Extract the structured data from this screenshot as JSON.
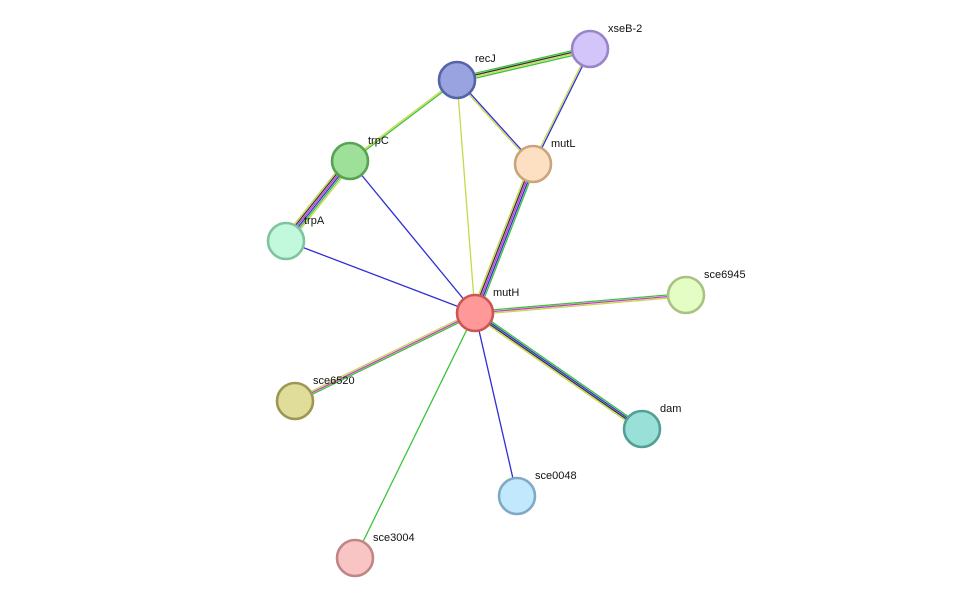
{
  "network": {
    "nodes": [
      {
        "id": "mutH",
        "label": "mutH",
        "fill": "#ff9999",
        "stroke": "#cc5555"
      },
      {
        "id": "recJ",
        "label": "recJ",
        "fill": "#99a3e0",
        "stroke": "#5563a8"
      },
      {
        "id": "xseB-2",
        "label": "xseB-2",
        "fill": "#d3c4f9",
        "stroke": "#9a84c9"
      },
      {
        "id": "mutL",
        "label": "mutL",
        "fill": "#fde0c2",
        "stroke": "#c9a47f"
      },
      {
        "id": "trpC",
        "label": "trpC",
        "fill": "#9ee09a",
        "stroke": "#56a352"
      },
      {
        "id": "trpA",
        "label": "trpA",
        "fill": "#c2f9dc",
        "stroke": "#7fc3a0"
      },
      {
        "id": "sce6945",
        "label": "sce6945",
        "fill": "#e4fdc4",
        "stroke": "#a8c281"
      },
      {
        "id": "sce6520",
        "label": "sce6520",
        "fill": "#e0dc99",
        "stroke": "#9c9753"
      },
      {
        "id": "dam",
        "label": "dam",
        "fill": "#99e0d8",
        "stroke": "#529f96"
      },
      {
        "id": "sce0048",
        "label": "sce0048",
        "fill": "#c2e8fd",
        "stroke": "#7fa9c4"
      },
      {
        "id": "sce3004",
        "label": "sce3004",
        "fill": "#f9c4c4",
        "stroke": "#c28585"
      }
    ],
    "edges": [
      {
        "source": "recJ",
        "target": "xseB-2",
        "colors": [
          "#3ac33a",
          "#333333",
          "#c8d84a",
          "#3ac33a"
        ]
      },
      {
        "source": "recJ",
        "target": "trpC",
        "colors": [
          "#3ac33a",
          "#c8d84a"
        ]
      },
      {
        "source": "recJ",
        "target": "mutL",
        "colors": [
          "#2e2ed6",
          "#c8d84a"
        ]
      },
      {
        "source": "recJ",
        "target": "mutH",
        "colors": [
          "#c8d84a"
        ]
      },
      {
        "source": "xseB-2",
        "target": "mutL",
        "colors": [
          "#2e2ed6",
          "#c8d84a"
        ]
      },
      {
        "source": "trpC",
        "target": "trpA",
        "colors": [
          "#c8d84a",
          "#3ac33a",
          "#2e2ed6",
          "#c83ac8",
          "#333333",
          "#c8d84a"
        ]
      },
      {
        "source": "trpC",
        "target": "mutH",
        "colors": [
          "#2e2ed6"
        ]
      },
      {
        "source": "trpA",
        "target": "mutH",
        "colors": [
          "#2e2ed6"
        ]
      },
      {
        "source": "mutL",
        "target": "mutH",
        "colors": [
          "#3ac33a",
          "#2e2ed6",
          "#c83ac8",
          "#333333",
          "#c8d84a"
        ]
      },
      {
        "source": "mutH",
        "target": "sce6945",
        "colors": [
          "#3ac33a",
          "#c83ac8",
          "#c8d84a"
        ]
      },
      {
        "source": "mutH",
        "target": "sce6520",
        "colors": [
          "#3ac33a",
          "#c83ac8",
          "#c8d84a"
        ]
      },
      {
        "source": "mutH",
        "target": "dam",
        "colors": [
          "#3ac33a",
          "#2e2ed6",
          "#333333",
          "#c8d84a"
        ]
      },
      {
        "source": "mutH",
        "target": "sce0048",
        "colors": [
          "#2e2ed6"
        ]
      },
      {
        "source": "mutH",
        "target": "sce3004",
        "colors": [
          "#3ac33a"
        ]
      }
    ]
  }
}
